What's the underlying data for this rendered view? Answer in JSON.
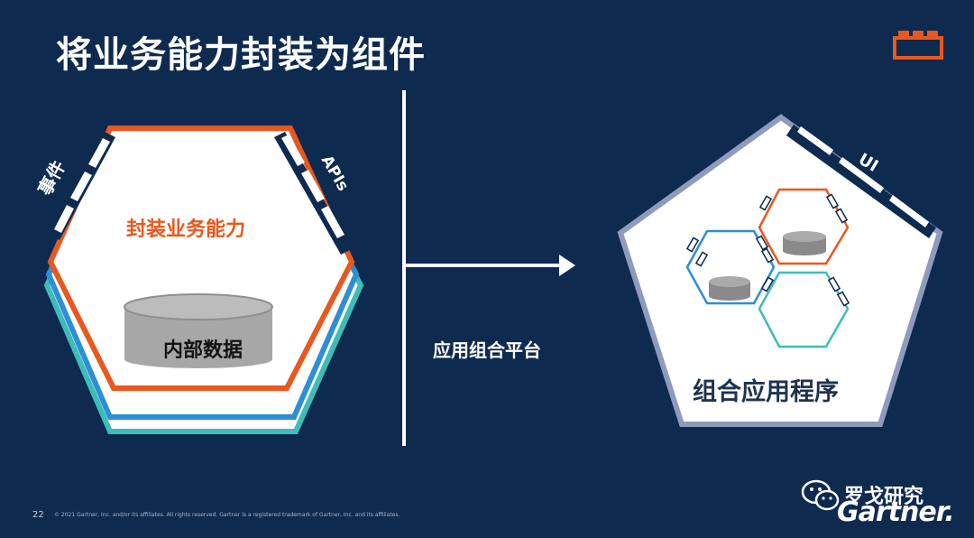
{
  "slide": {
    "title": "将业务能力封装为组件",
    "left_component": {
      "capability_label": "封装业务能力",
      "data_label": "内部数据",
      "events_label": "事件",
      "apis_label": "APIs"
    },
    "platform_label": "应用组合平台",
    "right_component": {
      "app_label": "组合应用程序",
      "ui_label": "UI"
    },
    "footer": {
      "page_number": "22",
      "copyright": "© 2021 Gartner, Inc. and/or its affiliates. All rights reserved. Gartner is a registered trademark of Gartner, Inc. and its affiliates."
    },
    "watermark": {
      "account_name": "罗戈研究",
      "brand": "Gartner."
    }
  },
  "colors": {
    "background": "#0e2a4f",
    "orange": "#e8581f",
    "blue": "#2d8fd5",
    "teal": "#3dbdb8",
    "shell": "#8e9bbd"
  },
  "icons": [
    "lego-brick-icon",
    "right-arrow-icon",
    "database-cylinder-icon",
    "wechat-icon"
  ]
}
